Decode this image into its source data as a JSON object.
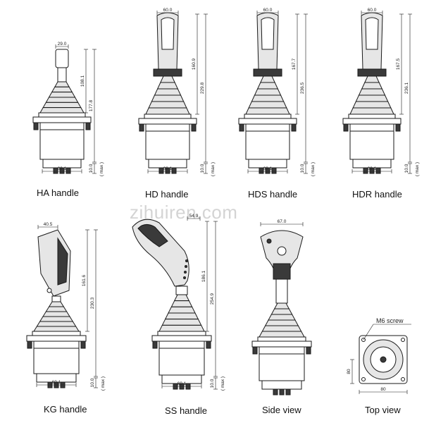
{
  "watermark": "zihuiren.com",
  "panels": [
    {
      "id": "ha",
      "caption": "HA handle",
      "dims": {
        "top": "29.0",
        "v1": "108.1",
        "v2": "177.8",
        "bottom": "69.1",
        "side": "10.0",
        "side2": "( max )"
      }
    },
    {
      "id": "hd",
      "caption": "HD handle",
      "dims": {
        "top": "60.0",
        "v1": "160.9",
        "v2": "229.8",
        "bottom": "69.1",
        "side": "10.0",
        "side2": "( max )"
      }
    },
    {
      "id": "hds",
      "caption": "HDS handle",
      "dims": {
        "top": "60.0",
        "v1": "167.7",
        "v2": "236.5",
        "bottom": "69.1",
        "side": "10.0",
        "side2": "( max )"
      }
    },
    {
      "id": "hdr",
      "caption": "HDR handle",
      "dims": {
        "top": "60.0",
        "v1": "167.5",
        "v2": "236.1",
        "bottom": "69.1",
        "side": "10.0",
        "side2": "( max )"
      }
    },
    {
      "id": "kg",
      "caption": "KG handle",
      "dims": {
        "top": "40.5",
        "v1": "161.6",
        "v2": "230.3",
        "bottom": "69.1",
        "side": "10.0",
        "side2": "( max )"
      }
    },
    {
      "id": "ss",
      "caption": "SS handle",
      "dims": {
        "top": "54.9",
        "v1": "186.1",
        "v2": "254.9",
        "bottom": "69.1",
        "side": "10.0",
        "side2": "( max )"
      }
    },
    {
      "id": "side",
      "caption": "Side view",
      "dims": {
        "top": "67.0"
      }
    },
    {
      "id": "topv",
      "caption": "Top view",
      "dims": {
        "screw": "M6 screw",
        "w": "80",
        "h": "80"
      }
    }
  ]
}
